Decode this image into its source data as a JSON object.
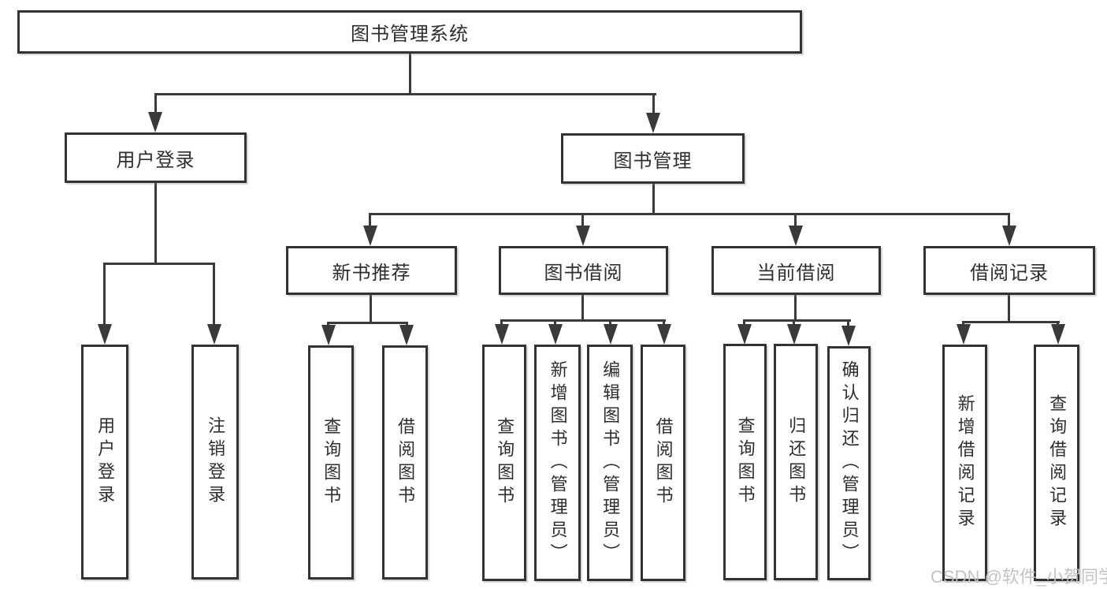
{
  "diagram": {
    "nodes": {
      "root": "图书管理系统",
      "login": "用户登录",
      "book_mgmt": "图书管理",
      "new_books": "新书推荐",
      "book_borrow": "图书借阅",
      "current_borrow": "当前借阅",
      "borrow_records": "借阅记录",
      "user_login": "用户登录",
      "logout": "注销登录",
      "nb_query": "查询图书",
      "nb_borrow": "借阅图书",
      "bb_query": "查询图书",
      "bb_add": "新增图书（管理员）",
      "bb_edit": "编辑图书（管理员）",
      "bb_borrow": "借阅图书",
      "cb_query": "查询图书",
      "cb_return": "归还图书",
      "cb_confirm": "确认归还（管理员）",
      "br_add": "新增借阅记录",
      "br_query": "查询借阅记录"
    },
    "edges": [
      [
        "图书管理系统",
        "用户登录"
      ],
      [
        "图书管理系统",
        "图书管理"
      ],
      [
        "用户登录",
        "用户登录"
      ],
      [
        "用户登录",
        "注销登录"
      ],
      [
        "图书管理",
        "新书推荐"
      ],
      [
        "图书管理",
        "图书借阅"
      ],
      [
        "图书管理",
        "当前借阅"
      ],
      [
        "图书管理",
        "借阅记录"
      ],
      [
        "新书推荐",
        "查询图书"
      ],
      [
        "新书推荐",
        "借阅图书"
      ],
      [
        "图书借阅",
        "查询图书"
      ],
      [
        "图书借阅",
        "新增图书（管理员）"
      ],
      [
        "图书借阅",
        "编辑图书（管理员）"
      ],
      [
        "图书借阅",
        "借阅图书"
      ],
      [
        "当前借阅",
        "查询图书"
      ],
      [
        "当前借阅",
        "归还图书"
      ],
      [
        "当前借阅",
        "确认归还（管理员）"
      ],
      [
        "借阅记录",
        "新增借阅记录"
      ],
      [
        "借阅记录",
        "查询借阅记录"
      ]
    ],
    "colors": {
      "line": "#3a3a3a",
      "box_border": "#333333",
      "text": "#2e2e2e",
      "background": "#ffffff",
      "watermark": "#c0c0c0"
    }
  },
  "watermark": "CSDN @软件_小贺同学"
}
